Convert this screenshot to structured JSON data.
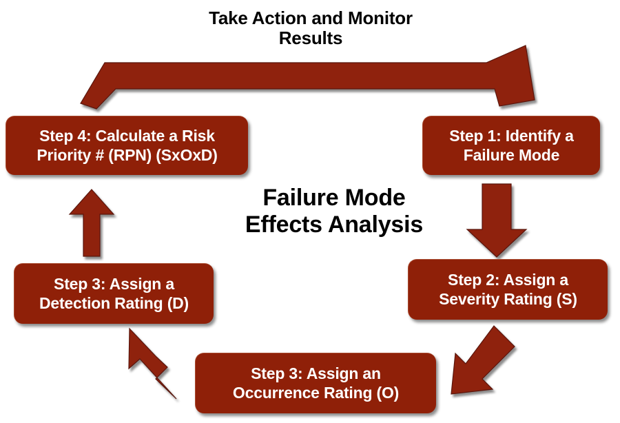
{
  "diagram": {
    "cycle_title": "Take Action and Monitor\nResults",
    "center_title": "Failure Mode\nEffects Analysis",
    "accent_color": "#8F2008",
    "text_color_on_accent": "#FFFFFF",
    "background_color": "#FFFFFF",
    "heading_color": "#000000",
    "steps": [
      {
        "id": "step1",
        "label": "Step 1: Identify a\nFailure Mode"
      },
      {
        "id": "step2",
        "label": "Step 2: Assign a\nSeverity Rating (S)"
      },
      {
        "id": "step3o",
        "label": "Step 3: Assign an\nOccurrence Rating (O)"
      },
      {
        "id": "step3d",
        "label": "Step 3: Assign a\nDetection Rating (D)"
      },
      {
        "id": "step4",
        "label": "Step 4: Calculate a Risk\nPriority # (RPN) (SxOxD)"
      }
    ],
    "arrows": [
      {
        "id": "arrow-top-elbow",
        "from": "step4",
        "to": "step1",
        "direction": "right-then-down"
      },
      {
        "id": "arrow-step1-step2",
        "from": "step1",
        "to": "step2",
        "direction": "down"
      },
      {
        "id": "arrow-step2-step3o",
        "from": "step2",
        "to": "step3o",
        "direction": "down-left"
      },
      {
        "id": "arrow-step3o-step3d",
        "from": "step3o",
        "to": "step3d",
        "direction": "up-left"
      },
      {
        "id": "arrow-step3d-step4",
        "from": "step3d",
        "to": "step4",
        "direction": "up"
      }
    ]
  }
}
